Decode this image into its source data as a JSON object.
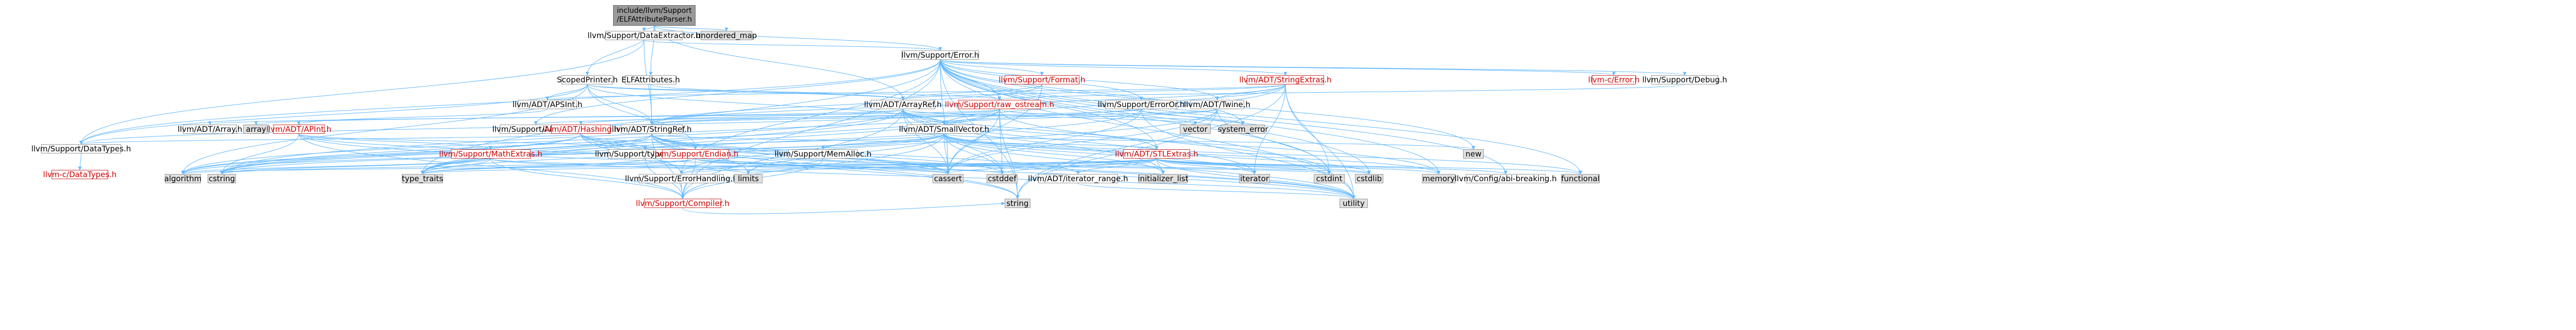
{
  "diagram": {
    "title": "",
    "nodes": [
      {
        "id": "root",
        "label": "include/llvm/Support\n/ELFAttributeParser.h",
        "style": "root"
      },
      {
        "id": "unordered_map",
        "label": "unordered_map",
        "style": "gray"
      },
      {
        "id": "dataextractor",
        "label": "llvm/Support/DataExtractor.h",
        "style": "plain"
      },
      {
        "id": "error",
        "label": "llvm/Support/Error.h",
        "style": "plain"
      },
      {
        "id": "scopedprinter",
        "label": "ScopedPrinter.h",
        "style": "plain"
      },
      {
        "id": "elfattributes",
        "label": "ELFAttributes.h",
        "style": "plain"
      },
      {
        "id": "format",
        "label": "llvm/Support/Format.h",
        "style": "red"
      },
      {
        "id": "stringextras",
        "label": "llvm/ADT/StringExtras.h",
        "style": "red"
      },
      {
        "id": "llvmcerror",
        "label": "llvm-c/Error.h",
        "style": "red"
      },
      {
        "id": "debug",
        "label": "llvm/Support/Debug.h",
        "style": "plain"
      },
      {
        "id": "apsint",
        "label": "llvm/ADT/APSInt.h",
        "style": "plain"
      },
      {
        "id": "arrayref",
        "label": "llvm/ADT/ArrayRef.h",
        "style": "plain"
      },
      {
        "id": "rawostream",
        "label": "llvm/Support/raw_ostream.h",
        "style": "red"
      },
      {
        "id": "erroror",
        "label": "llvm/Support/ErrorOr.h",
        "style": "plain"
      },
      {
        "id": "twine",
        "label": "llvm/ADT/Twine.h",
        "style": "plain"
      },
      {
        "id": "adtarray",
        "label": "llvm/ADT/Array.h",
        "style": "plain"
      },
      {
        "id": "array",
        "label": "array",
        "style": "gray"
      },
      {
        "id": "apint",
        "label": "llvm/ADT/APInt.h",
        "style": "red"
      },
      {
        "id": "alignof",
        "label": "llvm/Support/AlignOf.h",
        "style": "plain"
      },
      {
        "id": "hashing",
        "label": "llvm/ADT/Hashing.h",
        "style": "red"
      },
      {
        "id": "stringref",
        "label": "llvm/ADT/StringRef.h",
        "style": "plain"
      },
      {
        "id": "smallvector",
        "label": "llvm/ADT/SmallVector.h",
        "style": "plain"
      },
      {
        "id": "vector",
        "label": "vector",
        "style": "gray"
      },
      {
        "id": "systemerror",
        "label": "system_error",
        "style": "gray"
      },
      {
        "id": "datatypes",
        "label": "llvm/Support/DataTypes.h",
        "style": "plain"
      },
      {
        "id": "llvmcdatatypes",
        "label": "llvm-c/DataTypes.h",
        "style": "red"
      },
      {
        "id": "mathextras",
        "label": "llvm/Support/MathExtras.h",
        "style": "red"
      },
      {
        "id": "typetraits",
        "label": "llvm/Support/type_traits.h",
        "style": "plain"
      },
      {
        "id": "endian",
        "label": "llvm/Support/Endian.h",
        "style": "red"
      },
      {
        "id": "memalloc",
        "label": "llvm/Support/MemAlloc.h",
        "style": "plain"
      },
      {
        "id": "stlextras",
        "label": "llvm/ADT/STLExtras.h",
        "style": "red"
      },
      {
        "id": "new",
        "label": "new",
        "style": "gray"
      },
      {
        "id": "algorithm",
        "label": "algorithm",
        "style": "gray"
      },
      {
        "id": "cstring",
        "label": "cstring",
        "style": "gray"
      },
      {
        "id": "type_traits",
        "label": "type_traits",
        "style": "gray"
      },
      {
        "id": "errorhandling",
        "label": "llvm/Support/ErrorHandling.h",
        "style": "plain"
      },
      {
        "id": "limits",
        "label": "limits",
        "style": "gray"
      },
      {
        "id": "cassert",
        "label": "cassert",
        "style": "gray"
      },
      {
        "id": "cstddef",
        "label": "cstddef",
        "style": "gray"
      },
      {
        "id": "iteratorrange",
        "label": "llvm/ADT/iterator_range.h",
        "style": "plain"
      },
      {
        "id": "initializer_list",
        "label": "initializer_list",
        "style": "gray"
      },
      {
        "id": "iterator",
        "label": "iterator",
        "style": "gray"
      },
      {
        "id": "cstdint",
        "label": "cstdint",
        "style": "gray"
      },
      {
        "id": "cstdlib",
        "label": "cstdlib",
        "style": "gray"
      },
      {
        "id": "memory",
        "label": "memory",
        "style": "gray"
      },
      {
        "id": "configabi",
        "label": "llvm/Config/abi-breaking.h",
        "style": "plain"
      },
      {
        "id": "functional",
        "label": "functional",
        "style": "gray"
      },
      {
        "id": "compiler",
        "label": "llvm/Support/Compiler.h",
        "style": "red"
      },
      {
        "id": "string",
        "label": "string",
        "style": "gray"
      },
      {
        "id": "utility",
        "label": "utility",
        "style": "gray"
      }
    ],
    "edges": [
      [
        "root",
        "unordered_map"
      ],
      [
        "root",
        "dataextractor"
      ],
      [
        "root",
        "error"
      ],
      [
        "root",
        "scopedprinter"
      ],
      [
        "root",
        "elfattributes"
      ],
      [
        "root",
        "arrayref"
      ],
      [
        "dataextractor",
        "error"
      ],
      [
        "dataextractor",
        "stringref"
      ],
      [
        "dataextractor",
        "datatypes"
      ],
      [
        "error",
        "format"
      ],
      [
        "error",
        "stringextras"
      ],
      [
        "error",
        "llvmcerror"
      ],
      [
        "error",
        "debug"
      ],
      [
        "error",
        "erroror"
      ],
      [
        "error",
        "twine"
      ],
      [
        "error",
        "rawostream"
      ],
      [
        "error",
        "systemerror"
      ],
      [
        "error",
        "stlextras"
      ],
      [
        "error",
        "new"
      ],
      [
        "error",
        "memory"
      ],
      [
        "error",
        "configabi"
      ],
      [
        "error",
        "functional"
      ],
      [
        "error",
        "compiler"
      ],
      [
        "error",
        "string"
      ],
      [
        "error",
        "utility"
      ],
      [
        "error",
        "cassert"
      ],
      [
        "error",
        "cstdint"
      ],
      [
        "error",
        "cstdlib"
      ],
      [
        "error",
        "errorhandling"
      ],
      [
        "error",
        "alignof"
      ],
      [
        "error",
        "datatypes"
      ],
      [
        "error",
        "type_traits"
      ],
      [
        "scopedprinter",
        "apsint"
      ],
      [
        "scopedprinter",
        "arrayref"
      ],
      [
        "scopedprinter",
        "stringref"
      ],
      [
        "scopedprinter",
        "smallvector"
      ],
      [
        "scopedprinter",
        "datatypes"
      ],
      [
        "scopedprinter",
        "endian"
      ],
      [
        "scopedprinter",
        "rawostream"
      ],
      [
        "scopedprinter",
        "algorithm"
      ],
      [
        "elfattributes",
        "arrayref"
      ],
      [
        "elfattributes",
        "stringref"
      ],
      [
        "format",
        "arrayref"
      ],
      [
        "format",
        "stringref"
      ],
      [
        "format",
        "cassert"
      ],
      [
        "format",
        "cstdio"
      ],
      [
        "stringextras",
        "apsint"
      ],
      [
        "stringextras",
        "arrayref"
      ],
      [
        "stringextras",
        "smallvector"
      ],
      [
        "stringextras",
        "stringref"
      ],
      [
        "stringextras",
        "twine"
      ],
      [
        "stringextras",
        "iterator"
      ],
      [
        "stringextras",
        "cstdint"
      ],
      [
        "stringextras",
        "cstring"
      ],
      [
        "stringextras",
        "string"
      ],
      [
        "stringextras",
        "utility"
      ],
      [
        "debug",
        "rawostream"
      ],
      [
        "apsint",
        "apint"
      ],
      [
        "arrayref",
        "hashing"
      ],
      [
        "arrayref",
        "smallvector"
      ],
      [
        "arrayref",
        "stlextras"
      ],
      [
        "arrayref",
        "compiler"
      ],
      [
        "arrayref",
        "algorithm"
      ],
      [
        "arrayref",
        "array"
      ],
      [
        "arrayref",
        "cassert"
      ],
      [
        "arrayref",
        "cstddef"
      ],
      [
        "arrayref",
        "initializer_list"
      ],
      [
        "arrayref",
        "iterator"
      ],
      [
        "arrayref",
        "memory"
      ],
      [
        "arrayref",
        "type_traits"
      ],
      [
        "arrayref",
        "vector"
      ],
      [
        "rawostream",
        "adtarray"
      ],
      [
        "rawostream",
        "stringref"
      ],
      [
        "rawostream",
        "datatypes"
      ],
      [
        "rawostream",
        "cassert"
      ],
      [
        "rawostream",
        "cstddef"
      ],
      [
        "rawostream",
        "cstdint"
      ],
      [
        "rawostream",
        "cstring"
      ],
      [
        "rawostream",
        "string"
      ],
      [
        "rawostream",
        "systemerror"
      ],
      [
        "rawostream",
        "type_traits"
      ],
      [
        "erroror",
        "alignof"
      ],
      [
        "erroror",
        "cassert"
      ],
      [
        "erroror",
        "systemerror"
      ],
      [
        "erroror",
        "type_traits"
      ],
      [
        "erroror",
        "utility"
      ],
      [
        "twine",
        "smallvector"
      ],
      [
        "twine",
        "stringref"
      ],
      [
        "twine",
        "errorhandling"
      ],
      [
        "twine",
        "cassert"
      ],
      [
        "twine",
        "cstdint"
      ],
      [
        "twine",
        "string"
      ],
      [
        "twine",
        "stringref"
      ],
      [
        "apint",
        "mathextras"
      ],
      [
        "apint",
        "typetraits"
      ],
      [
        "apint",
        "compiler"
      ],
      [
        "apint",
        "cassert"
      ],
      [
        "apint",
        "climits"
      ],
      [
        "apint",
        "cstring"
      ],
      [
        "apint",
        "utility"
      ],
      [
        "hashing",
        "errorhandling"
      ],
      [
        "hashing",
        "typetraits"
      ],
      [
        "hashing",
        "datatypes"
      ],
      [
        "hashing",
        "algorithm"
      ],
      [
        "hashing",
        "cassert"
      ],
      [
        "hashing",
        "cstring"
      ],
      [
        "hashing",
        "string"
      ],
      [
        "hashing",
        "tuple"
      ],
      [
        "hashing",
        "utility"
      ],
      [
        "hashing",
        "endian"
      ],
      [
        "stringref",
        "stlextras"
      ],
      [
        "stringref",
        "iteratorrange"
      ],
      [
        "stringref",
        "compiler"
      ],
      [
        "stringref",
        "algorithm"
      ],
      [
        "stringref",
        "cassert"
      ],
      [
        "stringref",
        "cstddef"
      ],
      [
        "stringref",
        "cstring"
      ],
      [
        "stringref",
        "limits"
      ],
      [
        "stringref",
        "string"
      ],
      [
        "stringref",
        "type_traits"
      ],
      [
        "stringref",
        "utility"
      ],
      [
        "smallvector",
        "compiler"
      ],
      [
        "smallvector",
        "memalloc"
      ],
      [
        "smallvector",
        "typetraits"
      ],
      [
        "smallvector",
        "algorithm"
      ],
      [
        "smallvector",
        "cassert"
      ],
      [
        "smallvector",
        "cstddef"
      ],
      [
        "smallvector",
        "cstdlib"
      ],
      [
        "smallvector",
        "cstring"
      ],
      [
        "smallvector",
        "functional"
      ],
      [
        "smallvector",
        "initializer_list"
      ],
      [
        "smallvector",
        "iterator"
      ],
      [
        "smallvector",
        "limits"
      ],
      [
        "smallvector",
        "memory"
      ],
      [
        "smallvector",
        "new"
      ],
      [
        "smallvector",
        "type_traits"
      ],
      [
        "smallvector",
        "utility"
      ],
      [
        "datatypes",
        "llvmcdatatypes"
      ],
      [
        "mathextras",
        "compiler"
      ],
      [
        "mathextras",
        "algorithm"
      ],
      [
        "mathextras",
        "cassert"
      ],
      [
        "mathextras",
        "climits"
      ],
      [
        "mathextras",
        "cstring"
      ],
      [
        "mathextras",
        "limits"
      ],
      [
        "mathextras",
        "type_traits"
      ],
      [
        "typetraits",
        "compiler"
      ],
      [
        "typetraits",
        "type_traits"
      ],
      [
        "typetraits",
        "utility"
      ],
      [
        "endian",
        "compiler"
      ],
      [
        "endian",
        "cassert"
      ],
      [
        "endian",
        "cstddef"
      ],
      [
        "endian",
        "cstdint"
      ],
      [
        "endian",
        "cstring"
      ],
      [
        "endian",
        "type_traits"
      ],
      [
        "memalloc",
        "compiler"
      ],
      [
        "memalloc",
        "errorhandling"
      ],
      [
        "memalloc",
        "cstdlib"
      ],
      [
        "stlextras",
        "iteratorrange"
      ],
      [
        "stlextras",
        "configabi"
      ],
      [
        "stlextras",
        "errorhandling"
      ],
      [
        "stlextras",
        "algorithm"
      ],
      [
        "stlextras",
        "cassert"
      ],
      [
        "stlextras",
        "cstddef"
      ],
      [
        "stlextras",
        "cstdint"
      ],
      [
        "stlextras",
        "cstdlib"
      ],
      [
        "stlextras",
        "functional"
      ],
      [
        "stlextras",
        "initializer_list"
      ],
      [
        "stlextras",
        "iterator"
      ],
      [
        "stlextras",
        "limits"
      ],
      [
        "stlextras",
        "memory"
      ],
      [
        "stlextras",
        "type_traits"
      ],
      [
        "stlextras",
        "utility"
      ],
      [
        "errorhandling",
        "compiler"
      ],
      [
        "iteratorrange",
        "utility"
      ],
      [
        "compiler",
        "string"
      ]
    ]
  }
}
